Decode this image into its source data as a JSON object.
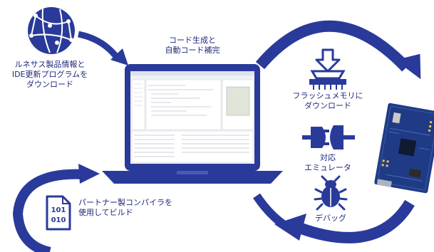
{
  "labels": {
    "download_info": [
      "ルネサス製品情報と",
      "IDE更新プログラムを",
      "ダウンロード"
    ],
    "codegen": [
      "コード生成と",
      "自動コード補完"
    ],
    "flash": [
      "フラッシュメモリに",
      "ダウンロード"
    ],
    "emulator": [
      "対応",
      "エミュレータ"
    ],
    "debug": "デバッグ",
    "compiler": [
      "パートナー製コンパイラを",
      "使用してビルド"
    ],
    "binary": [
      "101",
      "010"
    ]
  },
  "icons": [
    "globe-network-icon",
    "download-chip-icon",
    "plug-connector-icon",
    "bug-icon",
    "binary-file-icon",
    "laptop-icon",
    "dev-board"
  ],
  "colors": {
    "primary": "#2a3a9a",
    "text": "#1e2a78",
    "board": "#1f3b86"
  }
}
